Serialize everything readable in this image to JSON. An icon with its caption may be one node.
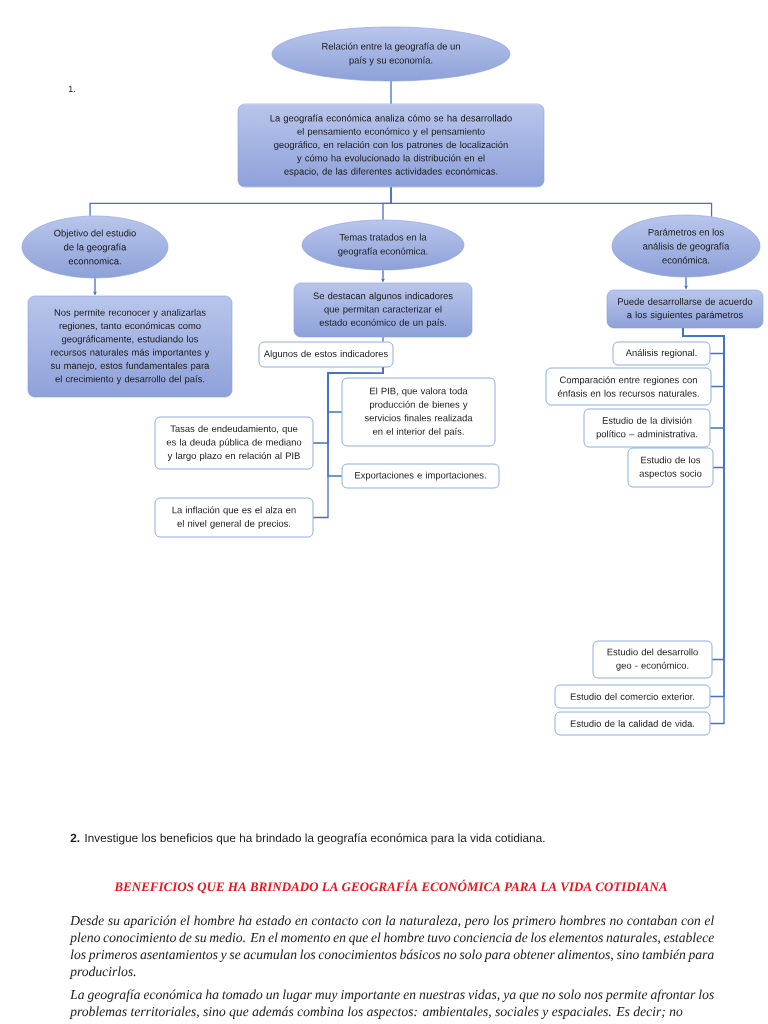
{
  "diagram": {
    "nodes": [
      {
        "text": [
          "Relación entre la geografía de un país y su economía."
        ]
      },
      {
        "text": [
          "La geografía económica analiza cómo se ha desarrollado el pensamiento económico y el pensamiento geográfico, en relación con los patrones de localización y cómo ha evolucionado la distribución en el espacio, de las diferentes actividades económicas."
        ]
      },
      {
        "text": [
          "Objetivo del estudio de la geografía econnomica."
        ]
      },
      {
        "text": [
          "Temas tratados en la geografía económica."
        ]
      },
      {
        "text": [
          "Parámetros en los análisis de geografía económica."
        ]
      },
      {
        "text": [
          "Nos permite reconocer y analizarlas regiones, tanto económicas como geográficamente, estudiando los recursos naturales más importantes y su manejo, estos fundamentales para el crecimiento y desarrollo del país."
        ]
      },
      {
        "text": [
          "Se destacan algunos indicadores que permitan caracterizar el estado económico de un país."
        ]
      },
      {
        "text": [
          "Puede desarrollarse de acuerdo a los siguientes parámetros"
        ]
      },
      {
        "text": [
          "Algunos de estos indicadores"
        ]
      },
      {
        "text": [
          "El PIB, que valora toda producción de bienes y servicios finales realizada en el interior del país."
        ]
      },
      {
        "text": [
          "Tasas de endeudamiento, que es la deuda pública de mediano y largo plazo en relación al PIB"
        ]
      },
      {
        "text": [
          "Exportaciones e importaciones."
        ]
      },
      {
        "text": [
          "La inflación que es el alza en el nivel general de precios."
        ]
      },
      {
        "text": [
          "Análisis regional."
        ]
      },
      {
        "text": [
          "Comparación entre regiones con énfasis en los recursos naturales."
        ]
      },
      {
        "text": [
          "Estudio de la división político – administrativa."
        ]
      },
      {
        "text": [
          "Estudio de los aspectos socio"
        ]
      },
      {
        "text": [
          "Estudio del desarrollo geo - económico."
        ]
      },
      {
        "text": [
          "Estudio del comercio exterior."
        ]
      },
      {
        "text": [
          "Estudio de la calidad de vida."
        ]
      }
    ],
    "edges": [
      {
        "from": 0,
        "to": 1,
        "arrow": "none"
      },
      {
        "from": 1,
        "to": 2,
        "arrow": "none"
      },
      {
        "from": 1,
        "to": 3,
        "arrow": "none"
      },
      {
        "from": 1,
        "to": 4,
        "arrow": "none"
      },
      {
        "from": 2,
        "to": 5,
        "arrow": "to"
      },
      {
        "from": 3,
        "to": 6,
        "arrow": "to"
      },
      {
        "from": 4,
        "to": 7,
        "arrow": "to"
      },
      {
        "from": 6,
        "to": 8,
        "arrow": "none"
      },
      {
        "from": 8,
        "to": 9,
        "arrow": "none"
      },
      {
        "from": 8,
        "to": 10,
        "arrow": "none"
      },
      {
        "from": 8,
        "to": 11,
        "arrow": "none"
      },
      {
        "from": 8,
        "to": 12,
        "arrow": "none"
      },
      {
        "from": 7,
        "to": 13,
        "arrow": "none"
      },
      {
        "from": 7,
        "to": 14,
        "arrow": "none"
      },
      {
        "from": 7,
        "to": 15,
        "arrow": "none"
      },
      {
        "from": 7,
        "to": 16,
        "arrow": "none"
      },
      {
        "from": 7,
        "to": 17,
        "arrow": "none"
      },
      {
        "from": 7,
        "to": 18,
        "arrow": "none"
      },
      {
        "from": 7,
        "to": 19,
        "arrow": "none"
      }
    ],
    "labels": [
      "1.",
      "**2.** Investigue los beneficios que ha brindado la geografía económica para la vida cotidiana.",
      "BENEFICIOS QUE HA BRINDADO LA GEOGRAFÍA ECONÓMICA PARA LA VIDA COTIDIANA",
      "Desde su aparición el hombre ha estado en contacto con la naturaleza, pero los primero hombres no contaban con el pleno conocimiento de su medio. En el momento en que el hombre tuvo conciencia de los elementos naturales, establece los primeros asentamientos y se acumulan los conocimientos básicos no solo para obtener alimentos, sino también para producirlos.",
      "La geografía económica ha tomado un lugar muy importante en nuestras vidas, ya que no solo nos permite afrontar los problemas territoriales, sino que además combina los aspectos: ambientales, sociales y espaciales. Es decir; no"
    ]
  }
}
